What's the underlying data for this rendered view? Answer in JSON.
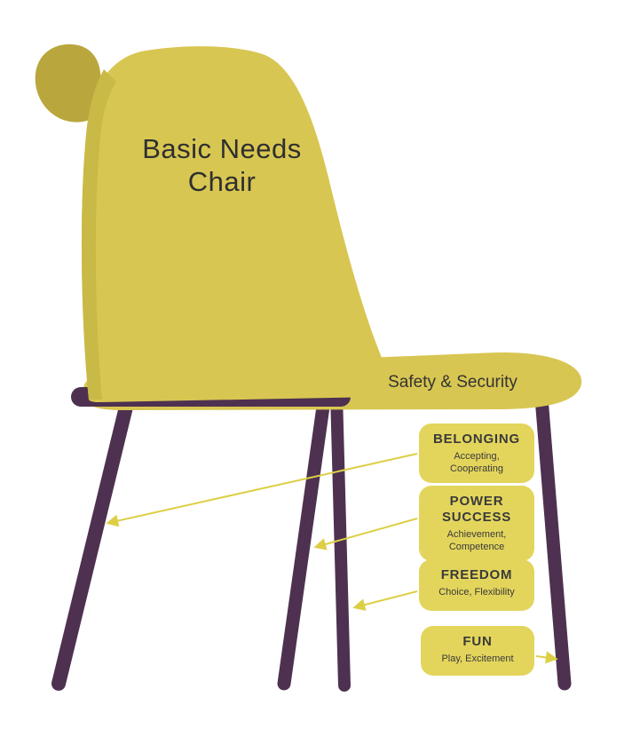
{
  "diagram": {
    "title": "Basic Needs\nChair",
    "seat_label": "Safety & Security",
    "needs": [
      {
        "title": "BELONGING",
        "subtitle": "Accepting,\nCooperating"
      },
      {
        "title": "POWER\nSUCCESS",
        "subtitle": "Achievement,\nCompetence"
      },
      {
        "title": "FREEDOM",
        "subtitle": "Choice, Flexibility"
      },
      {
        "title": "FUN",
        "subtitle": "Play, Excitement"
      }
    ],
    "colors": {
      "chair_yellow": "#d8c652",
      "chair_shade": "#b9a73e",
      "chair_edge": "#c9b947",
      "legs_purple": "#4e3150",
      "label_background": "#e3d55c",
      "arrow_yellow": "#ddcf45",
      "text_dark": "#3a3a3a",
      "background": "#ffffff"
    }
  }
}
